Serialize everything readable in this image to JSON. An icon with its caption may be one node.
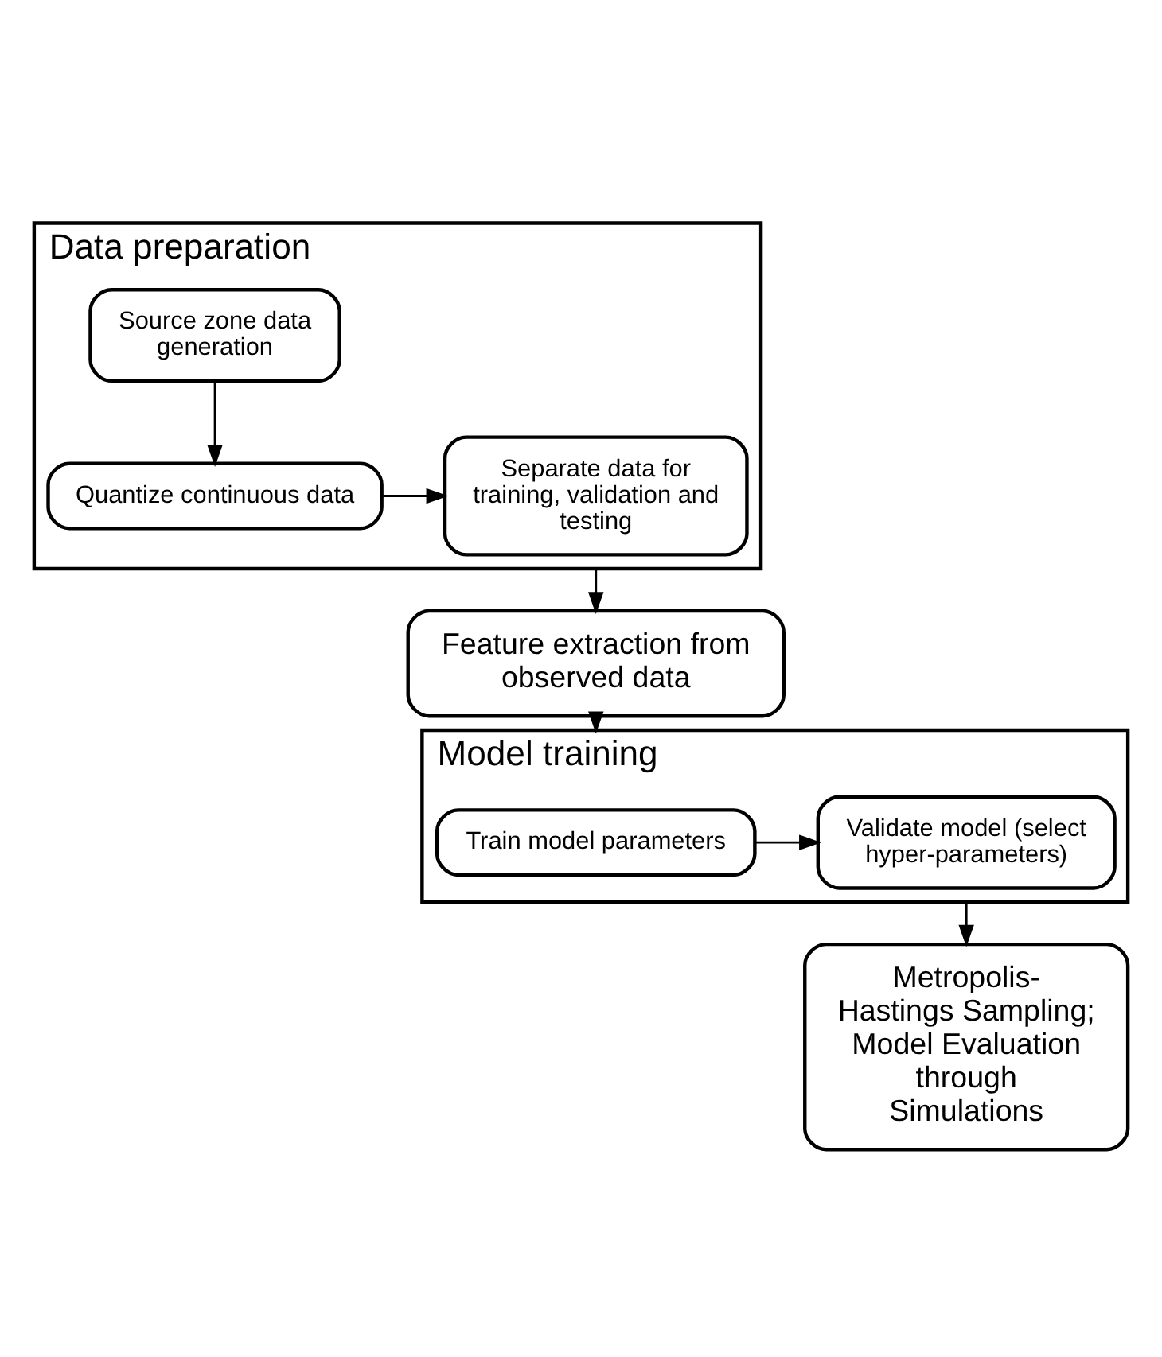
{
  "diagram": {
    "nodes": [
      {
        "text": [
          "Data preparation"
        ]
      },
      {
        "text": [
          "Source zone data generation"
        ],
        "in": 0
      },
      {
        "text": [
          "Quantize continuous data"
        ],
        "in": 0
      },
      {
        "text": [
          "Separate data for training, validation and testing"
        ],
        "in": 0
      },
      {
        "text": [
          "Feature extraction from observed data"
        ]
      },
      {
        "text": [
          "Model training"
        ]
      },
      {
        "text": [
          "Train model parameters"
        ],
        "in": 5
      },
      {
        "text": [
          "Validate model (select hyper-parameters)"
        ],
        "in": 5
      },
      {
        "text": [
          "Metropolis-Hastings Sampling; Model Evaluation through Simulations"
        ]
      }
    ],
    "edges": [
      {
        "from": 1,
        "to": 2,
        "arrow": "to"
      },
      {
        "from": 2,
        "to": 3,
        "arrow": "to"
      },
      {
        "from": 0,
        "to": 4,
        "arrow": "to"
      },
      {
        "from": 4,
        "to": 5,
        "arrow": "to"
      },
      {
        "from": 6,
        "to": 7,
        "arrow": "to"
      },
      {
        "from": 5,
        "to": 8,
        "arrow": "to"
      }
    ]
  }
}
